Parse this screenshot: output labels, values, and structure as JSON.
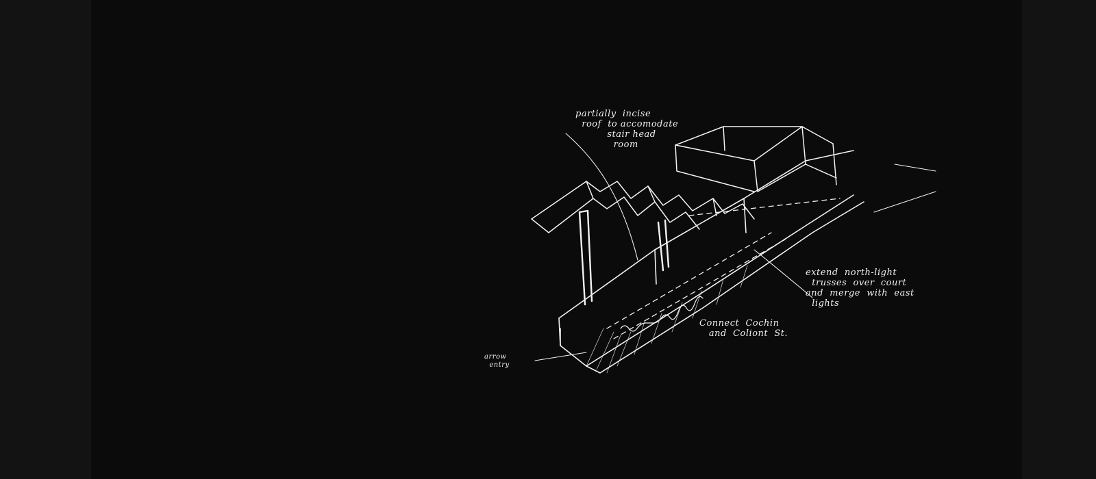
{
  "viewer": {
    "background_color": "#141414",
    "canvas_color": "#0b0b0b",
    "ink_color": "#f2f2f2"
  },
  "sketch": {
    "annotations": {
      "roof_note": "partially  incise\n  roof  to accomodate\n          stair head\n            room",
      "truss_note": "extend  north-light\n  trusses  over  court\nand  merge  with  east\n  lights",
      "connect_note": "Connect  Cochin\n   and  Coliont  St.",
      "entry_note": "arrow\n  entry"
    }
  }
}
